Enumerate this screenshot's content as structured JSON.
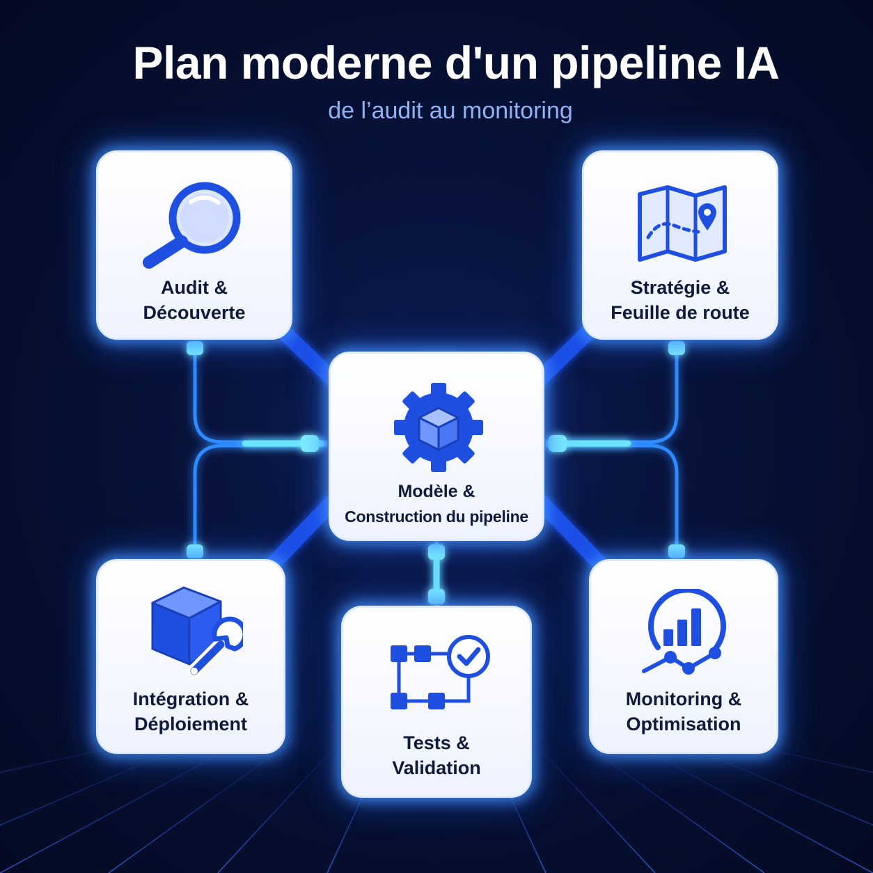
{
  "header": {
    "title": "Plan moderne d'un pipeline IA",
    "subtitle": "de l’audit au monitoring"
  },
  "steps": {
    "audit": {
      "line1": "Audit &",
      "line2": "Découverte",
      "icon": "magnifier-icon"
    },
    "strategy": {
      "line1": "Stratégie &",
      "line2": "Feuille de route",
      "icon": "map-pin-icon"
    },
    "model": {
      "line1": "Modèle &",
      "line2": "Construction du pipeline",
      "icon": "gear-cube-icon"
    },
    "integration": {
      "line1": "Intégration &",
      "line2": "Déploiement",
      "icon": "cube-wrench-icon"
    },
    "tests": {
      "line1": "Tests &",
      "line2": "Validation",
      "icon": "flow-check-icon"
    },
    "monitoring": {
      "line1": "Monitoring &",
      "line2": "Optimisation",
      "icon": "chart-gauge-icon"
    }
  },
  "colors": {
    "background": "#050b25",
    "accent_blue": "#1f4fe0",
    "glow_cyan": "#6de4ff",
    "card_fill": "#f2f6ff",
    "label_text": "#101a3c",
    "subtitle_text": "#8fb4f5"
  }
}
